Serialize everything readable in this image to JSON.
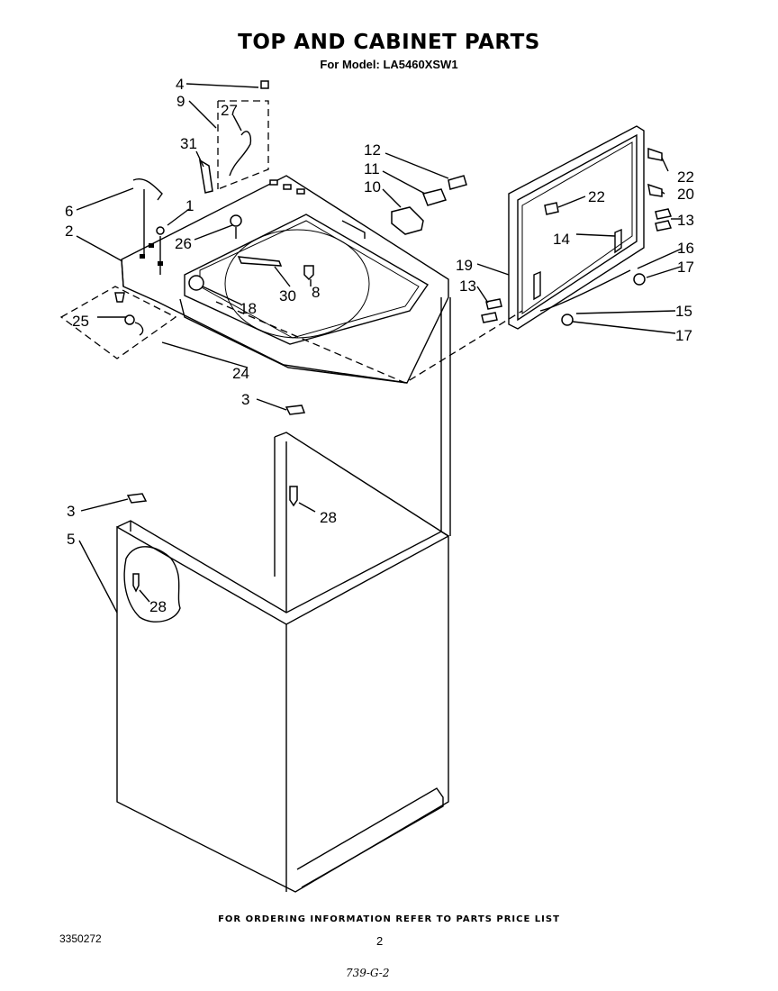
{
  "header": {
    "title": "TOP AND CABINET PARTS",
    "subtitle": "For Model: LA5460XSW1"
  },
  "callouts": [
    "4",
    "9",
    "27",
    "31",
    "6",
    "1",
    "2",
    "26",
    "12",
    "11",
    "10",
    "8",
    "30",
    "18",
    "25",
    "24",
    "22",
    "20",
    "22",
    "13",
    "14",
    "16",
    "17",
    "19",
    "13",
    "15",
    "17",
    "3",
    "28",
    "3",
    "5",
    "28"
  ],
  "footer": {
    "ordering_note": "FOR ORDERING INFORMATION REFER TO PARTS PRICE LIST",
    "doc_number": "3350272",
    "page_number": "2",
    "page_code": "739-G-2"
  }
}
